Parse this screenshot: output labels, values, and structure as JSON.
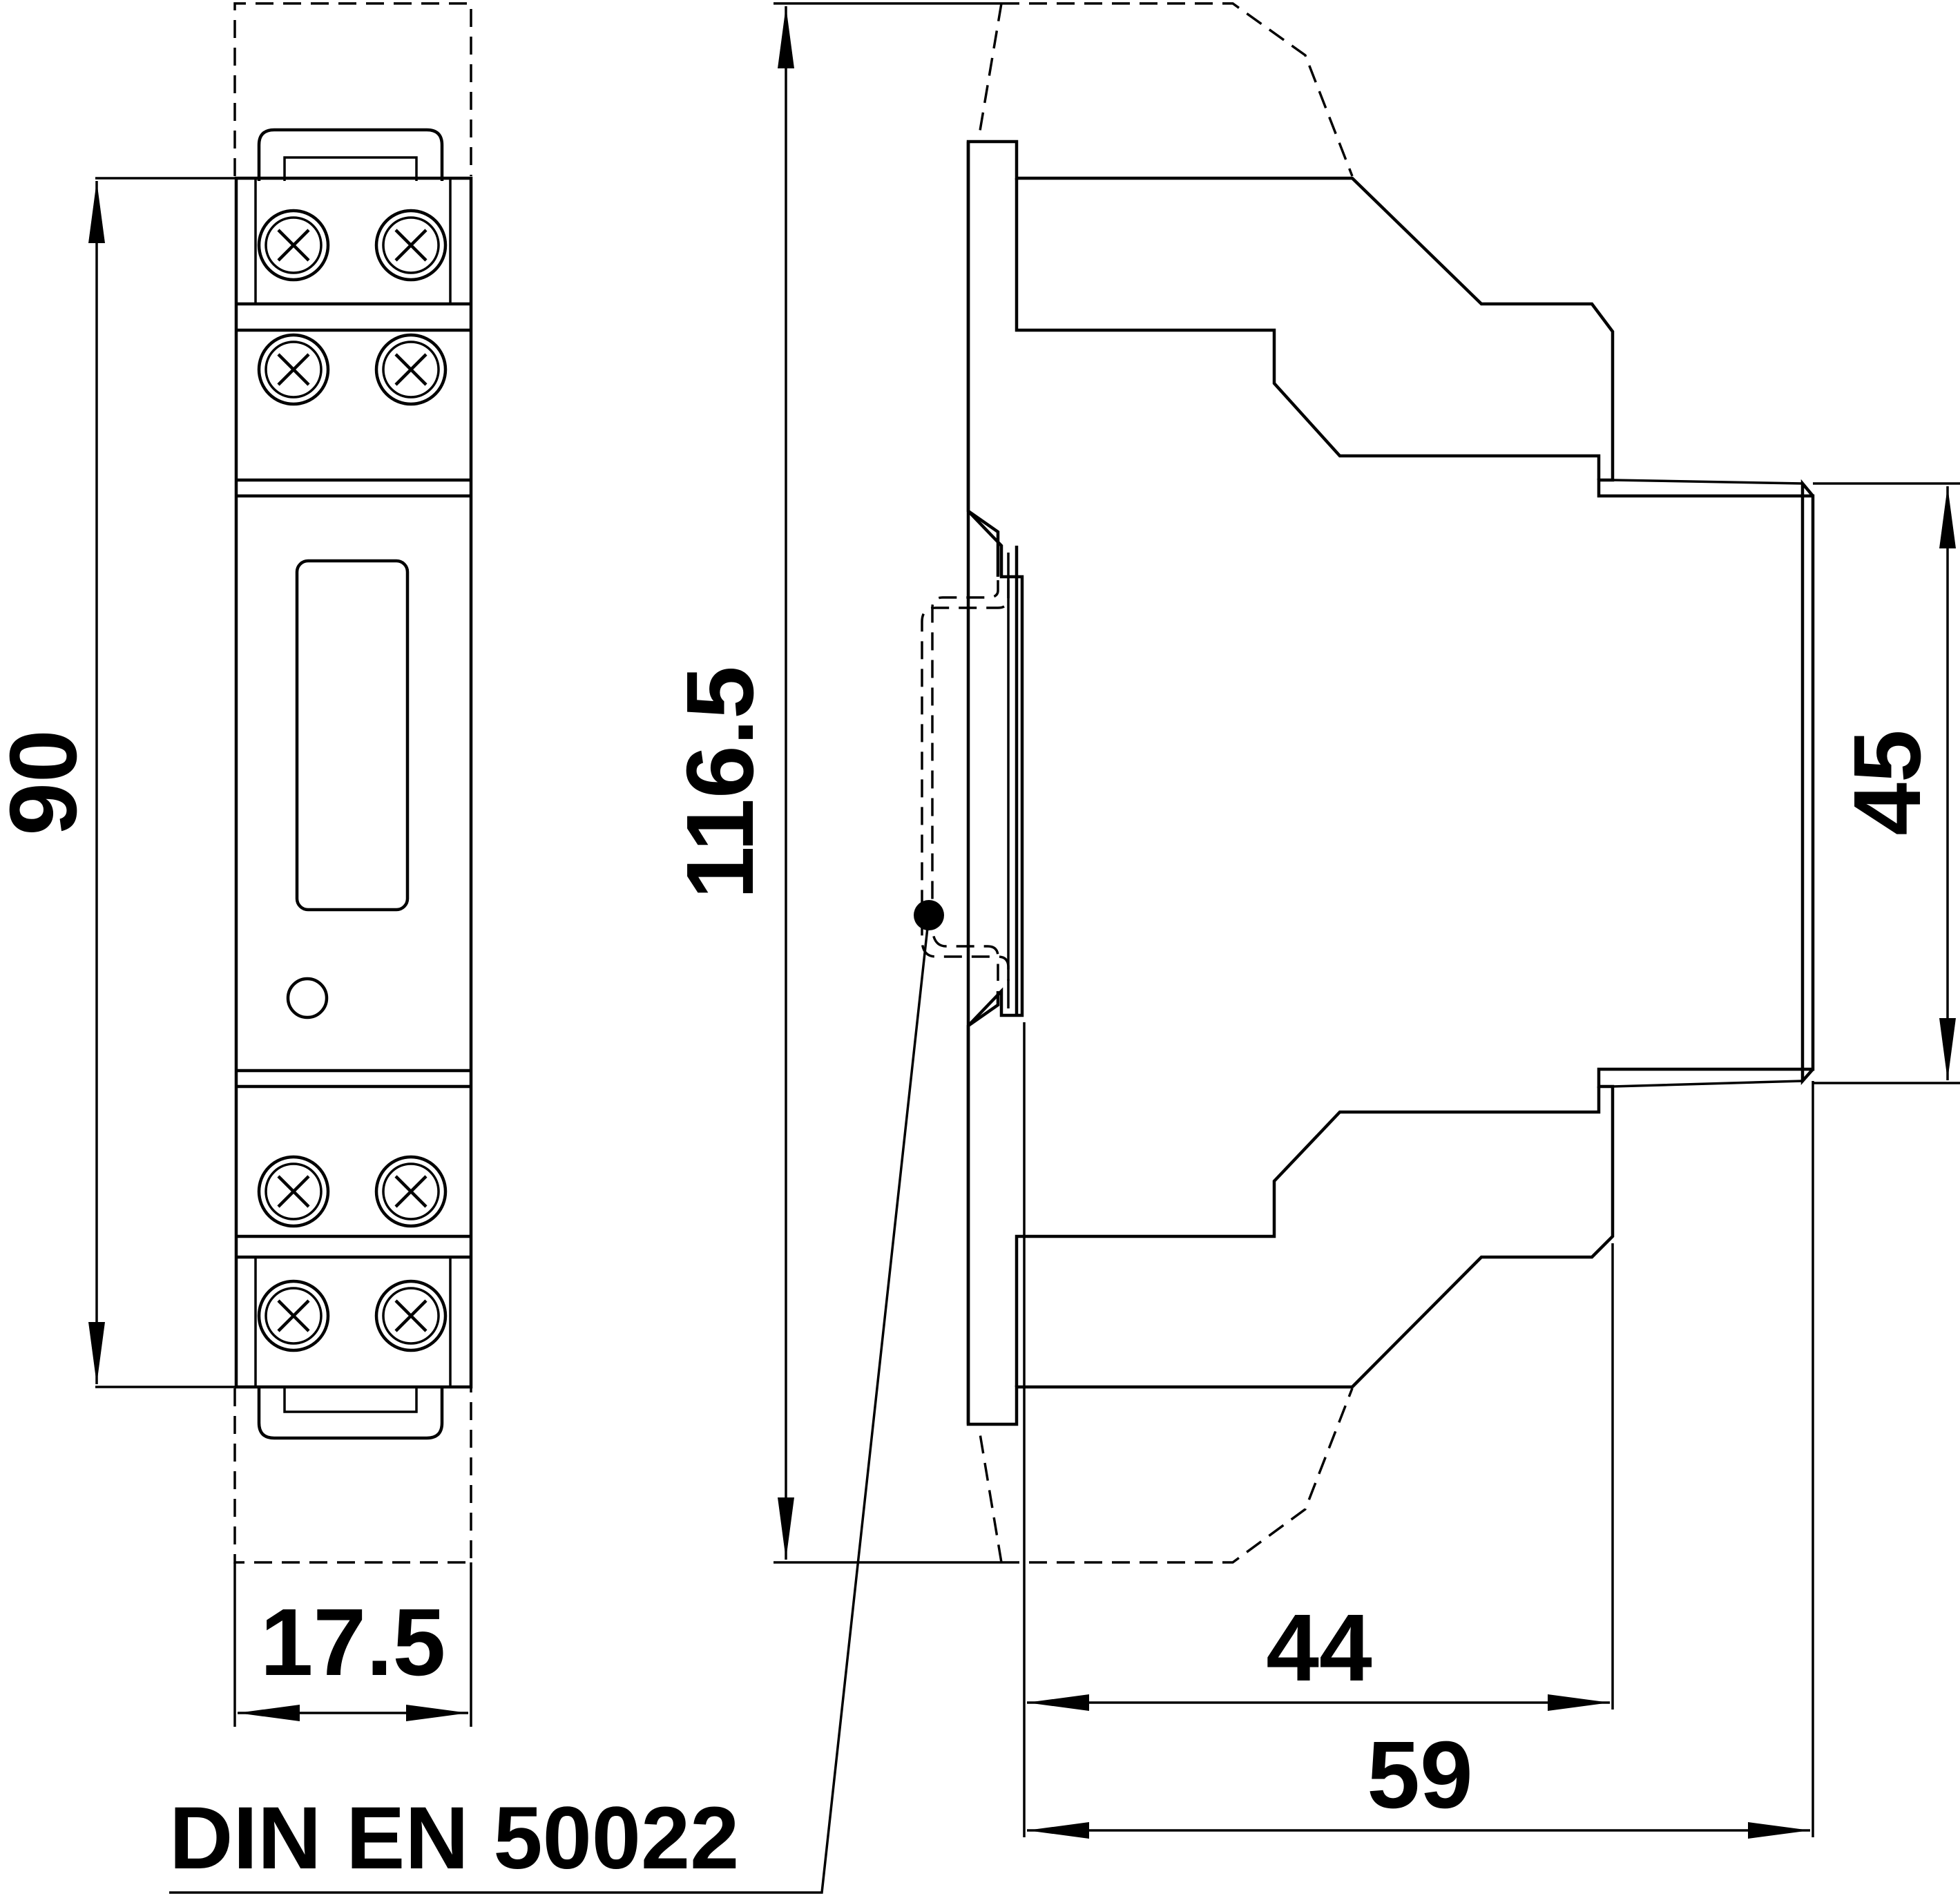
{
  "dimensions": {
    "height_front": "90",
    "width_front": "17.5",
    "height_total": "116.5",
    "depth_front": "45",
    "depth_44": "44",
    "depth_59": "59"
  },
  "standard_label": "DIN EN 50022",
  "views": [
    "front-view",
    "side-view"
  ]
}
